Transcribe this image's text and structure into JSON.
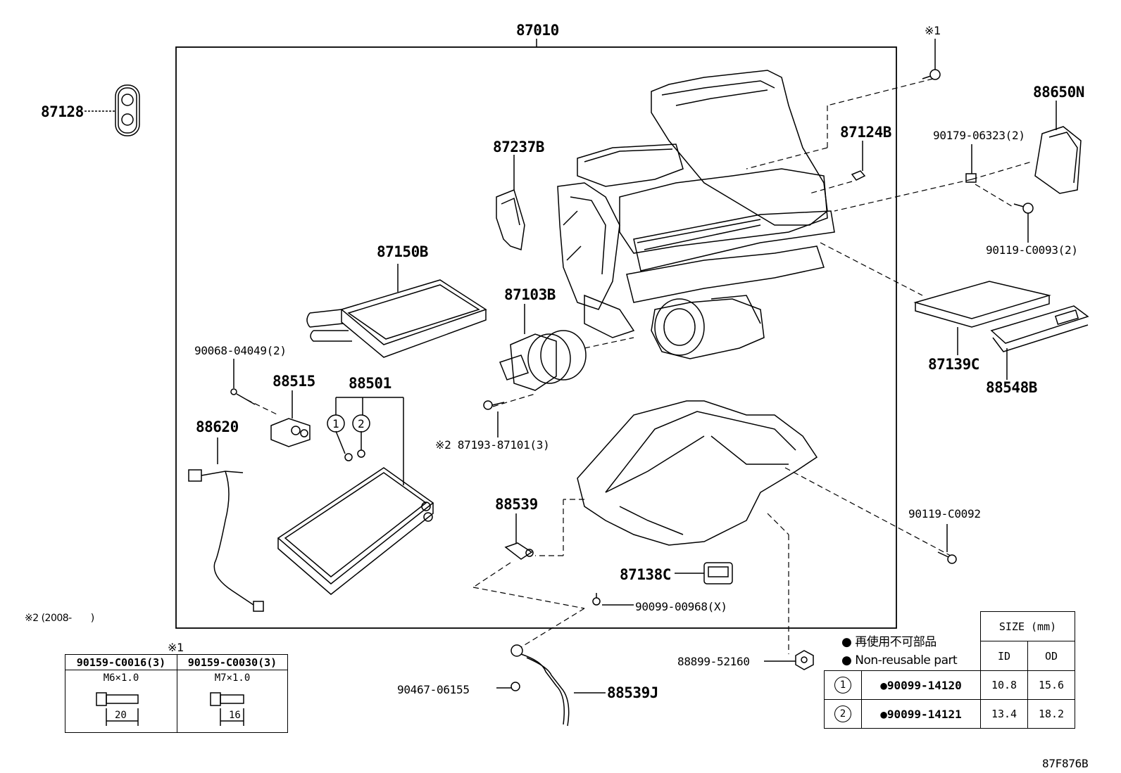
{
  "labels": {
    "p87010": "87010",
    "p87128": "87128",
    "note1_mark": "※1",
    "p88650N": "88650N",
    "p87124B": "87124B",
    "p87237B": "87237B",
    "p90179": "90179-06323(2)",
    "p90119_c0093": "90119-C0093(2)",
    "p87150B": "87150B",
    "p87103B": "87103B",
    "p87139C": "87139C",
    "p88548B": "88548B",
    "p90068": "90068-04049(2)",
    "p88515": "88515",
    "p88501": "88501",
    "p88620": "88620",
    "p87193": "※2 87193-87101(3)",
    "p88539": "88539",
    "p90119_c0092": "90119-C0092",
    "p87138C": "87138C",
    "p90099_00968": "90099-00968(X)",
    "p88899": "88899-52160",
    "p90467": "90467-06155",
    "p88539J": "88539J",
    "circle1": "1",
    "circle2": "2",
    "note2": "※2 (2008-　　)",
    "diagram_code": "87F876B"
  },
  "bolt_table": {
    "mark": "※1",
    "col1_part": "90159-C0016(3)",
    "col2_part": "90159-C0030(3)",
    "col1_thread": "M6×1.0",
    "col2_thread": "M7×1.0",
    "col1_length": "20",
    "col2_length": "16"
  },
  "legend": {
    "jp_text": "再使用不可部品",
    "en_text": "Non-reusable part",
    "size_header": "SIZE (mm)",
    "id_header": "ID",
    "od_header": "OD",
    "rows": [
      {
        "num": "1",
        "part": "●90099-14120",
        "id": "10.8",
        "od": "15.6"
      },
      {
        "num": "2",
        "part": "●90099-14121",
        "id": "13.4",
        "od": "18.2"
      }
    ]
  }
}
